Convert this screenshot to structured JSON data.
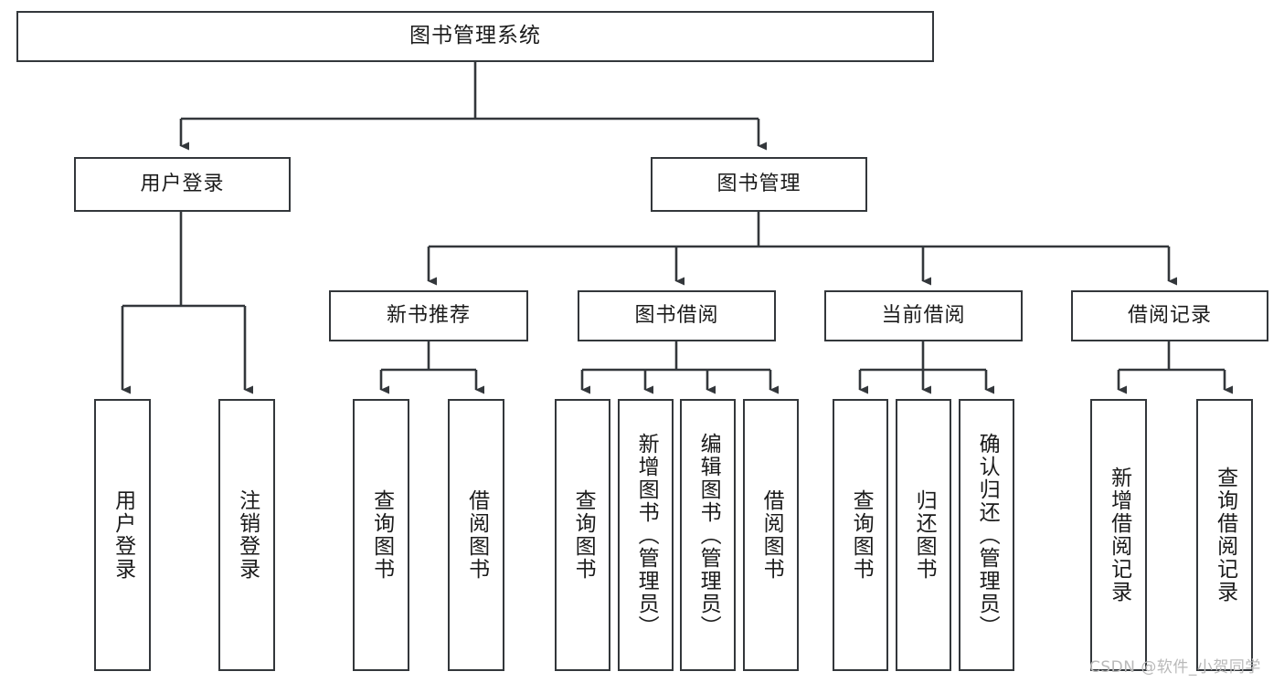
{
  "diagram": {
    "type": "tree",
    "title": "图书管理系统",
    "background": "#ffffff",
    "stroke_color": "#33373b",
    "text_color": "#1b1b1b"
  },
  "root": {
    "label": "图书管理系统"
  },
  "level2": [
    {
      "label": "用户登录"
    },
    {
      "label": "图书管理"
    }
  ],
  "level3": [
    {
      "label": "新书推荐"
    },
    {
      "label": "图书借阅"
    },
    {
      "label": "当前借阅"
    },
    {
      "label": "借阅记录"
    }
  ],
  "leaves": {
    "user_login": [
      {
        "label": "用户登录"
      },
      {
        "label": "注销登录"
      }
    ],
    "new_book_recommend": [
      {
        "label": "查询图书"
      },
      {
        "label": "借阅图书"
      }
    ],
    "book_borrow": [
      {
        "label": "查询图书"
      },
      {
        "label": "新增图书（管理员）"
      },
      {
        "label": "编辑图书（管理员）"
      },
      {
        "label": "借阅图书"
      }
    ],
    "current_borrow": [
      {
        "label": "查询图书"
      },
      {
        "label": "归还图书"
      },
      {
        "label": "确认归还（管理员）"
      }
    ],
    "borrow_record": [
      {
        "label": "新增借阅记录"
      },
      {
        "label": "查询借阅记录"
      }
    ]
  },
  "watermark": {
    "text": "CSDN @软件_小贺同学",
    "color": "#b9b9b9"
  }
}
